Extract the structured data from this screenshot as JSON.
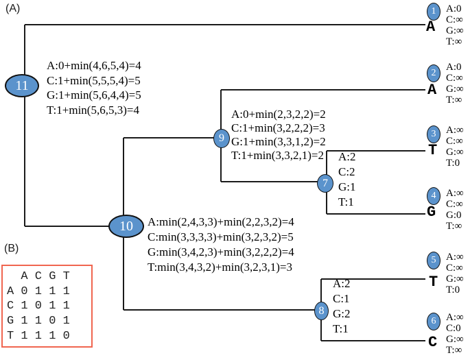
{
  "labels": {
    "panel_a": "(A)",
    "panel_b": "(B)"
  },
  "tree": {
    "internal_nodes": [
      {
        "id": "11",
        "lines": [
          "A:0+min(4,6,5,4)=4",
          "C:1+min(5,5,5,4)=5",
          "G:1+min(5,6,4,4)=5",
          "T:1+min(5,6,5,3)=4"
        ]
      },
      {
        "id": "10",
        "lines": [
          "A:min(2,4,3,3)+min(2,2,3,2)=4",
          "C:min(3,3,3,3)+min(3,2,3,2)=5",
          "G:min(3,4,2,3)+min(3,2,2,2)=4",
          "T:min(3,4,3,2)+min(3,2,3,1)=3"
        ]
      },
      {
        "id": "9",
        "lines": [
          "A:0+min(2,3,2,2)=2",
          "C:1+min(3,2,2,2)=3",
          "G:1+min(3,3,1,2)=2",
          "T:1+min(3,3,2,1)=2"
        ]
      },
      {
        "id": "7",
        "lines": [
          "A:2",
          "C:2",
          "G:1",
          "T:1"
        ]
      },
      {
        "id": "8",
        "lines": [
          "A:2",
          "C:1",
          "G:2",
          "T:1"
        ]
      }
    ],
    "leaves": [
      {
        "id": "1",
        "letter": "A",
        "costs": [
          "A:0",
          "C:∞",
          "G:∞",
          "T:∞"
        ]
      },
      {
        "id": "2",
        "letter": "A",
        "costs": [
          "A:0",
          "C:∞",
          "G:∞",
          "T:∞"
        ]
      },
      {
        "id": "3",
        "letter": "T",
        "costs": [
          "A:∞",
          "C:∞",
          "G:∞",
          "T:0"
        ]
      },
      {
        "id": "4",
        "letter": "G",
        "costs": [
          "A:∞",
          "C:∞",
          "G:0",
          "T:∞"
        ]
      },
      {
        "id": "5",
        "letter": "T",
        "costs": [
          "A:∞",
          "C:∞",
          "G:∞",
          "T:0"
        ]
      },
      {
        "id": "6",
        "letter": "C",
        "costs": [
          "A:∞",
          "C:0",
          "G:∞",
          "T:∞"
        ]
      }
    ]
  },
  "matrix": {
    "rows": [
      "  A C G T",
      "A 0 1 1 1",
      "C 1 0 1 1",
      "G 1 1 0 1",
      "T 1 1 1 0"
    ]
  },
  "colors": {
    "node_fill": "#5b93cc",
    "node_border": "#111111",
    "branch_line": "#1a1a1a",
    "matrix_border": "#f0654f"
  }
}
